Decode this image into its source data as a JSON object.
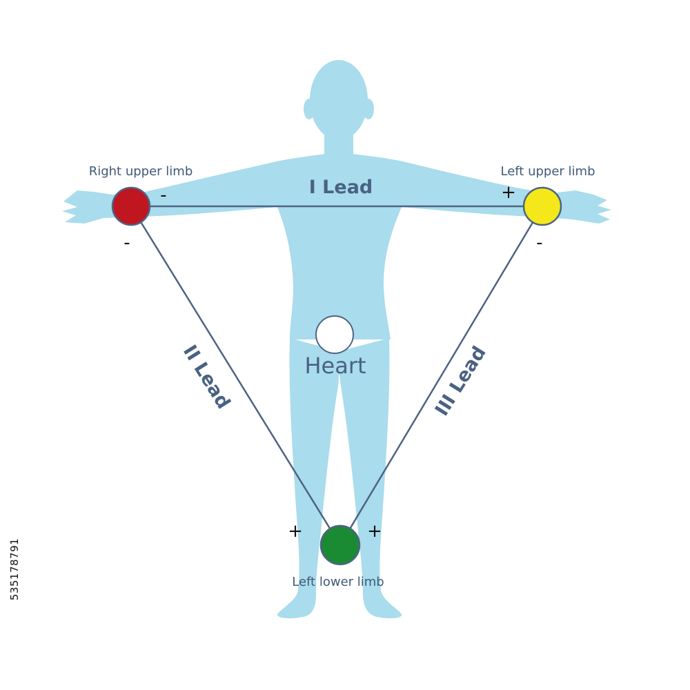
{
  "colors": {
    "body": "#a9dcec",
    "lines": "#4e6384",
    "right_upper_limb": "#c0161f",
    "left_upper_limb": "#f5e81a",
    "left_lower_limb": "#1a8a33",
    "heart": "#ffffff"
  },
  "electrodes": {
    "right_upper_limb": "Right upper limb",
    "left_upper_limb": "Left upper limb",
    "left_lower_limb": "Left lower limb"
  },
  "heart": "Heart",
  "leads": {
    "lead_1": "I Lead",
    "lead_2": "II Lead",
    "lead_3": "III Lead"
  },
  "polarity": {
    "lead_1_right": "-",
    "lead_1_left": "+",
    "lead_2_top": "-",
    "lead_2_bottom": "+",
    "lead_3_top": "-",
    "lead_3_bottom": "+"
  },
  "stock_id": "535178791"
}
